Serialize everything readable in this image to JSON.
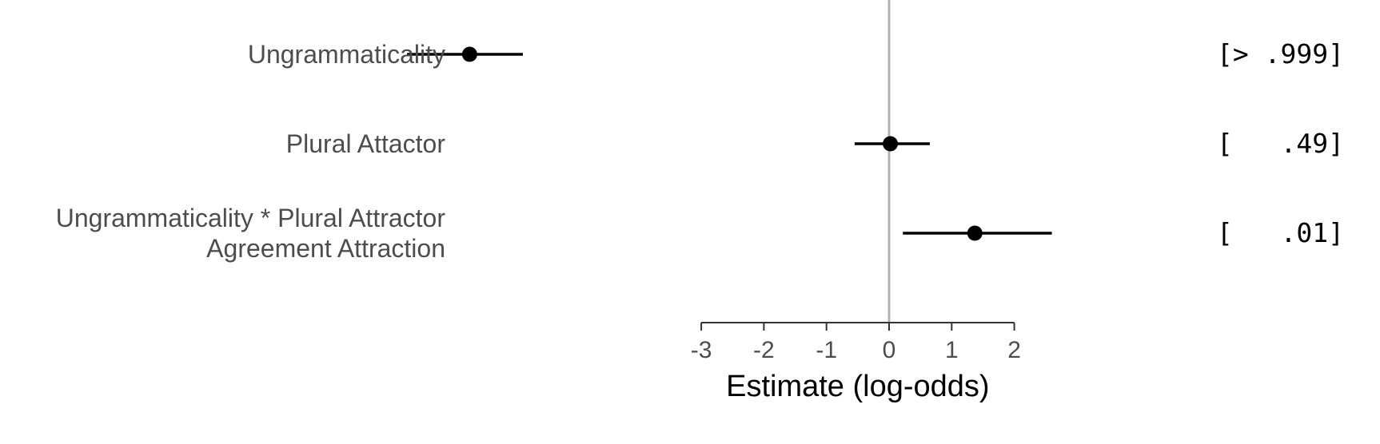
{
  "chart_data": {
    "type": "scatter",
    "title": "",
    "xlabel": "Estimate (log-odds)",
    "ylabel": "",
    "xlim": [
      -3,
      2
    ],
    "x_ticks": [
      "-3",
      "-2",
      "-1",
      "0",
      "1",
      "2"
    ],
    "reference_line": 0,
    "grid": false,
    "colors": {
      "points": "#000000",
      "reference": "#b3b3b3",
      "labels": "#4d4d4d"
    },
    "rows": [
      {
        "label": [
          "Ungrammaticality"
        ],
        "estimate": -6.7,
        "lower": -7.7,
        "upper": -5.85,
        "prob": "[> .999]"
      },
      {
        "label": [
          "Plural Attactor"
        ],
        "estimate": 0.02,
        "lower": -0.55,
        "upper": 0.65,
        "prob": "[   .49]"
      },
      {
        "label": [
          "Ungrammaticality * Plural Attractor",
          "Agreement Attraction"
        ],
        "estimate": 1.37,
        "lower": 0.22,
        "upper": 2.6,
        "prob": "[   .01]"
      }
    ]
  }
}
